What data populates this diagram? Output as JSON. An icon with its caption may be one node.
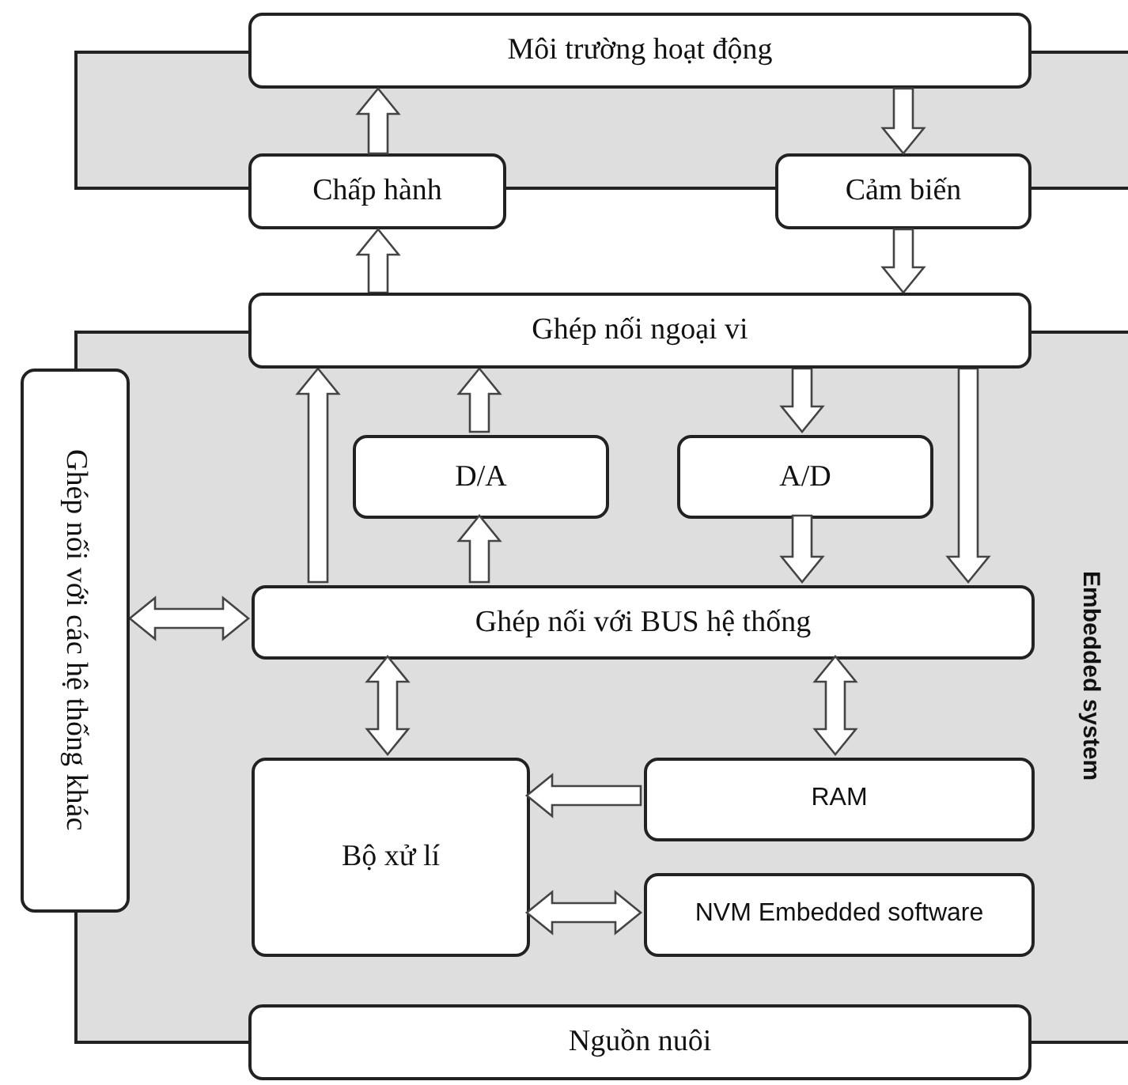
{
  "diagram": {
    "nodes": [
      {
        "text": [
          "Môi trường hoạt động"
        ]
      },
      {
        "text": [
          "Chấp hành"
        ]
      },
      {
        "text": [
          "Cảm biến"
        ]
      },
      {
        "text": [
          "Ghép nối ngoại vi"
        ]
      },
      {
        "text": [
          "Embedded system"
        ]
      },
      {
        "text": [
          "Ghép nối với các hệ thống khác"
        ]
      },
      {
        "text": [
          "D/A"
        ],
        "in": 4
      },
      {
        "text": [
          "A/D"
        ],
        "in": 4
      },
      {
        "text": [
          "Ghép nối với BUS hệ thống"
        ],
        "in": 4
      },
      {
        "text": [
          "Bộ xử lí"
        ],
        "in": 4
      },
      {
        "text": [
          "RAM"
        ],
        "in": 4
      },
      {
        "text": [
          "NVM Embedded software"
        ],
        "in": 4
      },
      {
        "text": [
          "Nguồn nuôi"
        ]
      }
    ],
    "edges": [
      {
        "from": 1,
        "to": 0,
        "arrow": "to"
      },
      {
        "from": 0,
        "to": 2,
        "arrow": "to"
      },
      {
        "from": 3,
        "to": 1,
        "arrow": "to"
      },
      {
        "from": 2,
        "to": 3,
        "arrow": "to"
      },
      {
        "from": 8,
        "to": 3,
        "arrow": "to"
      },
      {
        "from": 6,
        "to": 3,
        "arrow": "to"
      },
      {
        "from": 3,
        "to": 7,
        "arrow": "to"
      },
      {
        "from": 3,
        "to": 8,
        "arrow": "to"
      },
      {
        "from": 8,
        "to": 6,
        "arrow": "to"
      },
      {
        "from": 7,
        "to": 8,
        "arrow": "to"
      },
      {
        "from": 5,
        "to": 8,
        "arrow": "both"
      },
      {
        "from": 8,
        "to": 9,
        "arrow": "both"
      },
      {
        "from": 8,
        "to": 10,
        "arrow": "both"
      },
      {
        "from": 10,
        "to": 9,
        "arrow": "to"
      },
      {
        "from": 9,
        "to": 11,
        "arrow": "both"
      }
    ]
  }
}
